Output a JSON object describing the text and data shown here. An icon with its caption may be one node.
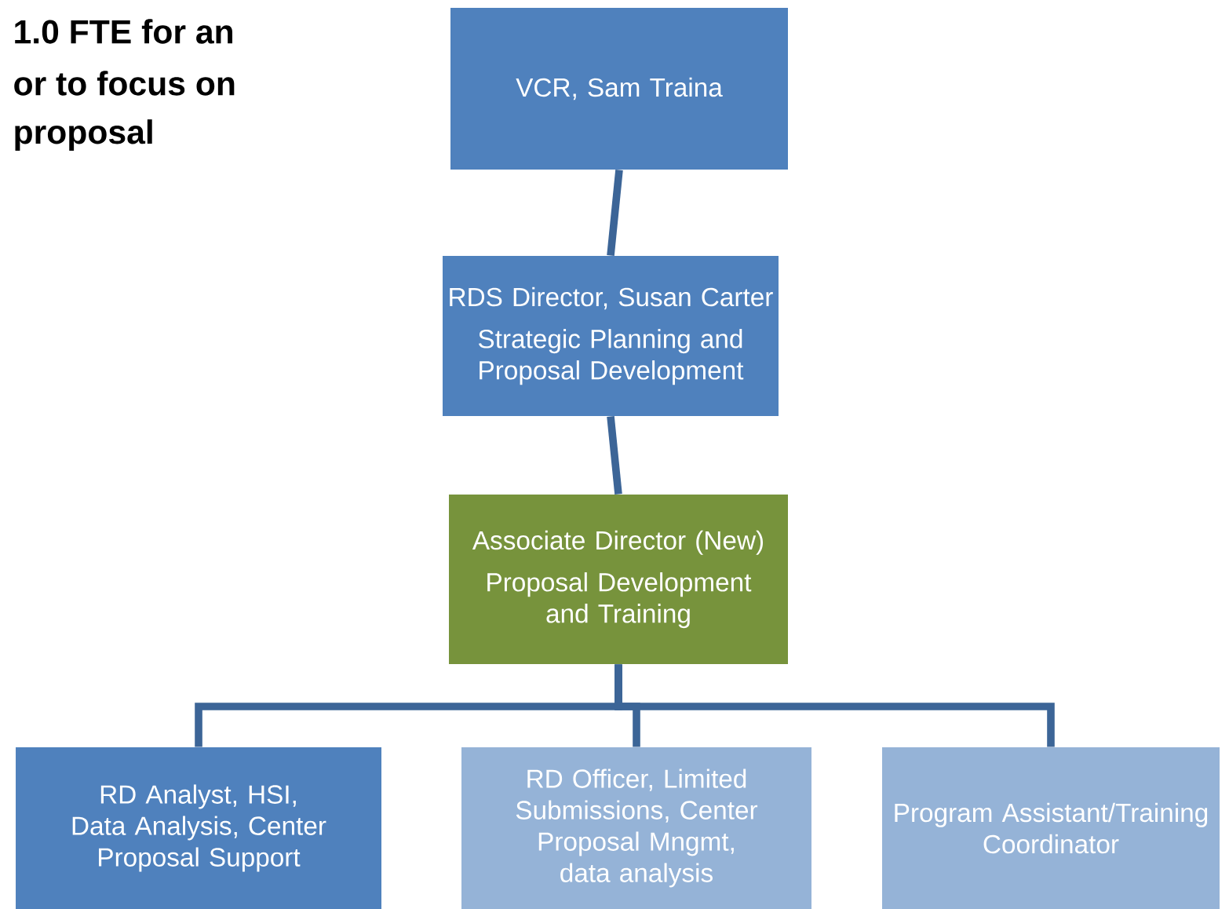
{
  "diagram": {
    "nodes": [
      {
        "text": [
          "VCR, Sam Traina"
        ]
      },
      {
        "text": [
          "RDS Director, Susan Carter",
          "Strategic Planning and Proposal Development"
        ]
      },
      {
        "text": [
          "Associate Director (New)",
          "Proposal Development and Training"
        ]
      },
      {
        "text": [
          "RD Analyst, HSI, Data Analysis, Center Proposal Support"
        ]
      },
      {
        "text": [
          "RD Officer, Limited Submissions, Center Proposal Mngmt, data analysis"
        ]
      },
      {
        "text": [
          "Program Assistant/Training Coordinator"
        ]
      }
    ],
    "edges": [
      {
        "from": 0,
        "to": 1,
        "arrow": "none"
      },
      {
        "from": 1,
        "to": 2,
        "arrow": "none"
      },
      {
        "from": 2,
        "to": 3,
        "arrow": "none"
      },
      {
        "from": 2,
        "to": 4,
        "arrow": "none"
      },
      {
        "from": 2,
        "to": 5,
        "arrow": "none"
      }
    ],
    "labels": [
      "1.0 FTE for an",
      "or to focus on",
      "proposal"
    ]
  }
}
